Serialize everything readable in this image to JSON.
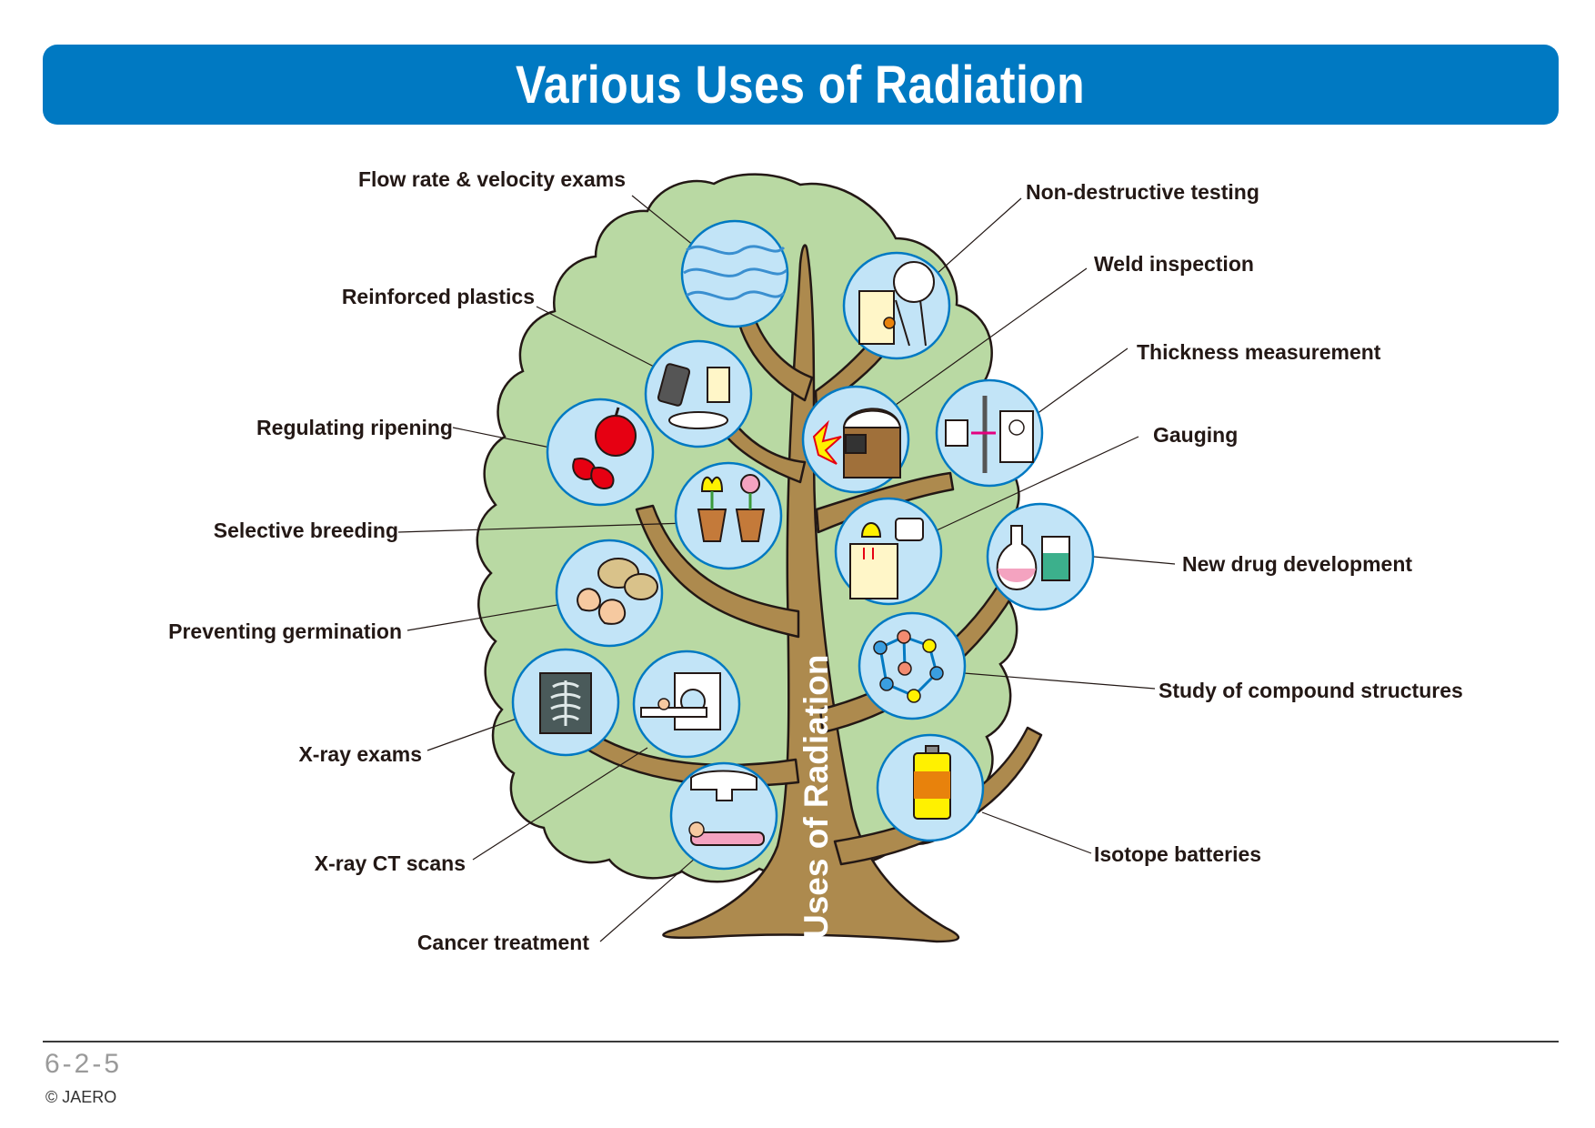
{
  "header": {
    "title": "Various Uses of Radiation"
  },
  "trunk_label": "Uses of Radiation",
  "left_labels": [
    "Flow rate & velocity exams",
    "Reinforced plastics",
    "Regulating ripening",
    "Selective breeding",
    "Preventing germination",
    "X-ray exams",
    "X-ray CT scans",
    "Cancer treatment"
  ],
  "right_labels": [
    "Non-destructive testing",
    "Weld inspection",
    "Thickness measurement",
    "Gauging",
    "New drug development",
    "Study of compound structures",
    "Isotope batteries"
  ],
  "footer": {
    "page_number": "6-2-5",
    "copyright": "© JAERO"
  },
  "colors": {
    "title_bar": "#0079c2",
    "foliage": "#b9d9a3",
    "trunk": "#ad8a4e",
    "circle_fill": "#c2e4f7",
    "circle_stroke": "#0079c2"
  }
}
